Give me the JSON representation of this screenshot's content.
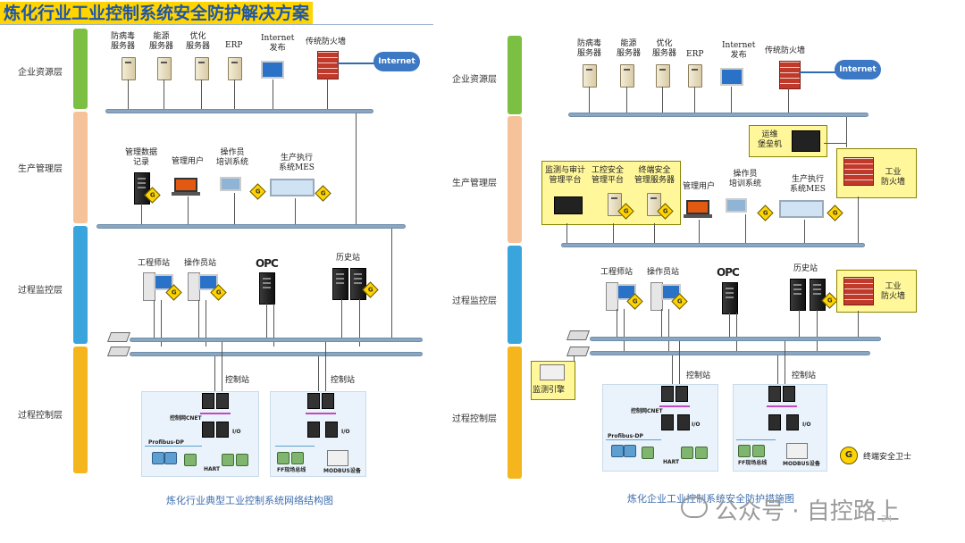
{
  "title": "炼化行业工业控制系统安全防护解决方案",
  "layers": [
    "企业资源层",
    "生产管理层",
    "过程监控层",
    "过程控制层"
  ],
  "layer_colors": [
    "#7bc043",
    "#f6c29a",
    "#3aa5dc",
    "#f5b51c"
  ],
  "left": {
    "erp_nodes": [
      "防病毒\n服务器",
      "能源\n服务器",
      "优化\n服务器",
      "ERP",
      "Internet\n发布"
    ],
    "firewall": "传统防火墙",
    "internet": "Internet",
    "mgmt_nodes": [
      "管理数据\n记录",
      "管理用户",
      "操作员\n培训系统",
      "生产执行\n系统MES"
    ],
    "monitor_nodes": [
      "工程师站",
      "操作员站",
      "历史站"
    ],
    "opc": "OPC",
    "control_station": "控制站",
    "control_labels": {
      "cnet": "控制网CNET",
      "io": "I/O",
      "profibus": "Profibus-DP",
      "hart": "HART",
      "modbus": "MODBUS设备",
      "fa": "FF现场总线"
    },
    "caption": "炼化行业典型工业控制系统网络结构图"
  },
  "right": {
    "erp_nodes": [
      "防病毒\n服务器",
      "能源\n服务器",
      "优化\n服务器",
      "ERP",
      "Internet\n发布"
    ],
    "firewall": "传统防火墙",
    "internet": "Internet",
    "ops": "运维\n堡垒机",
    "industrial_firewall": "工业\n防火墙",
    "security_nodes": [
      "监测与审计\n管理平台",
      "工控安全\n管理平台",
      "终端安全\n管理服务器"
    ],
    "mgmt_nodes": [
      "管理用户",
      "操作员\n培训系统",
      "生产执行\n系统MES"
    ],
    "monitor_nodes": [
      "工程师站",
      "操作员站",
      "历史站"
    ],
    "industrial_firewall2": "工业\n防火墙",
    "opc": "OPC",
    "monitor_engine": "监测引擎",
    "control_station": "控制站",
    "control_labels": {
      "cnet": "控制网CNET",
      "io": "I/O",
      "profibus": "Profibus-DP",
      "hart": "HART",
      "modbus": "MODBUS设备",
      "fa": "FF现场总线"
    },
    "legend_badge": "G",
    "legend": "终端安全卫士",
    "caption": "炼化企业工业控制系统安全防护措施图"
  },
  "badge_letter": "G",
  "watermark": "公众号 · 自控路上",
  "page_number": "24"
}
